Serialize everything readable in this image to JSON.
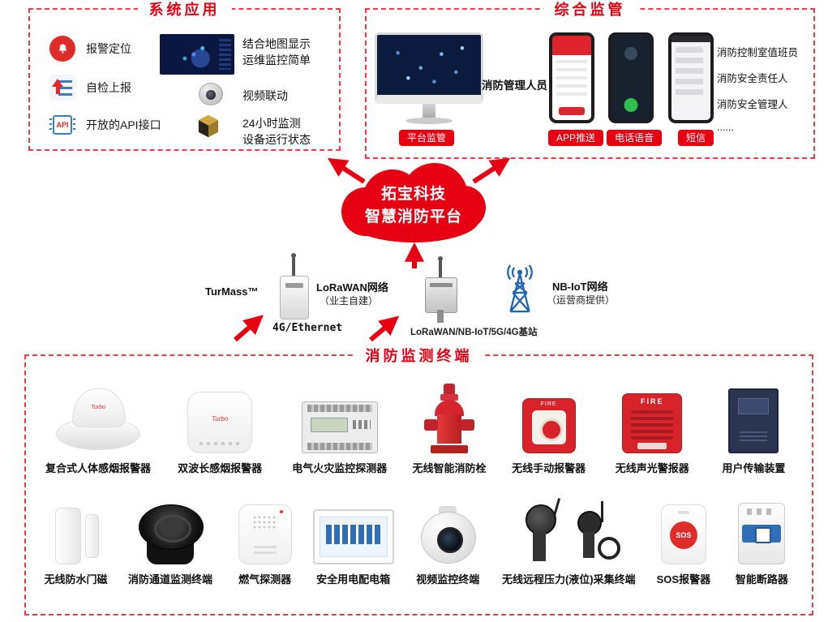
{
  "colors": {
    "accent": "#e60012",
    "tower_blue": "#1f66b0"
  },
  "system_app": {
    "title": "系统应用",
    "features": [
      {
        "label": "报警定位"
      },
      {
        "label": "自检上报"
      },
      {
        "label": "开放的API接口"
      }
    ],
    "api_text": "API",
    "map_caption_line1": "结合地图显示",
    "map_caption_line2": "运维监控简单",
    "video_label": "视频联动",
    "monitor_caption_line1": "24小时监测",
    "monitor_caption_line2": "设备运行状态"
  },
  "supervision": {
    "title": "综合监管",
    "platform_badge": "平台监管",
    "manager_label": "消防管理人员",
    "app_badge": "APP推送",
    "voice_badge": "电话语音",
    "sms_badge": "短信",
    "roles": [
      "消防控制室值班员",
      "消防安全责任人",
      "消防安全管理人",
      "......"
    ]
  },
  "cloud": {
    "line1": "拓宝科技",
    "line2": "智慧消防平台"
  },
  "network": {
    "turmass_label": "TurMass™",
    "lorawan_label": "LoRaWAN网络",
    "lorawan_sub": "（业主自建）",
    "ethernet_label": "4G/Ethernet",
    "basestation_label": "LoRaWAN/NB-IoT/5G/4G基站",
    "nbiot_label": "NB-IoT网络",
    "nbiot_sub": "（运营商提供）"
  },
  "terminals": {
    "title": "消防监测终端",
    "row1": [
      "复合式人体感烟报警器",
      "双波长感烟报警器",
      "电气火灾监控探测器",
      "无线智能消防栓",
      "无线手动报警器",
      "无线声光警报器",
      "用户传输装置"
    ],
    "row2": [
      "无线防水门磁",
      "消防通道监测终端",
      "燃气探测器",
      "安全用电配电箱",
      "视频监控终端",
      "无线远程压力(液位)采集终端",
      "SOS报警器",
      "智能断路器"
    ]
  },
  "device_texts": {
    "fire": "FIRE",
    "sos": "SOS",
    "turbo": "Turbo"
  }
}
